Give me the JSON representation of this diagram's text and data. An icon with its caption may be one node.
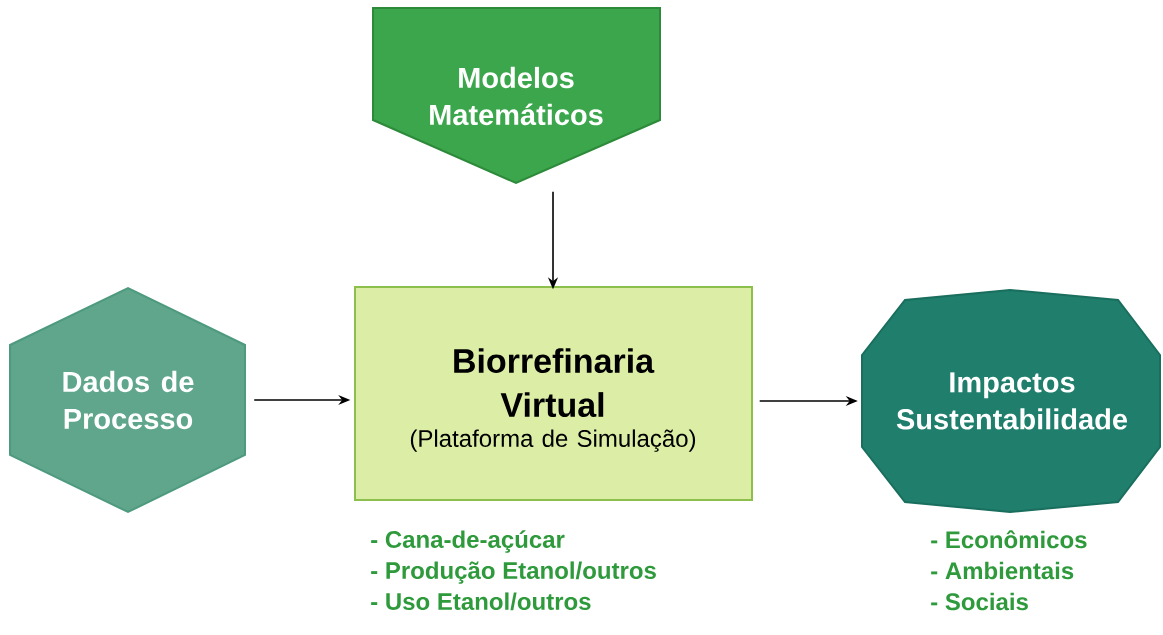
{
  "diagram": {
    "nodes": [
      {
        "text": [
          "Modelos Matemáticos"
        ]
      },
      {
        "text": [
          "Dados de Processo"
        ]
      },
      {
        "text": [
          "Biorrefinaria Virtual",
          "(Plataforma de Simulação)"
        ],
        "beside": [
          "- Cana-de-açúcar",
          "- Produção Etanol/outros",
          "- Uso Etanol/outros"
        ]
      },
      {
        "text": [
          "Impactos Sustentabilidade"
        ],
        "beside": [
          "- Econômicos",
          "- Ambientais",
          "- Sociais"
        ]
      }
    ],
    "edges": [
      {
        "from": 0,
        "to": 2,
        "arrow": "to"
      },
      {
        "from": 1,
        "to": 2,
        "arrow": "to"
      },
      {
        "from": 2,
        "to": 3,
        "arrow": "to"
      }
    ]
  }
}
